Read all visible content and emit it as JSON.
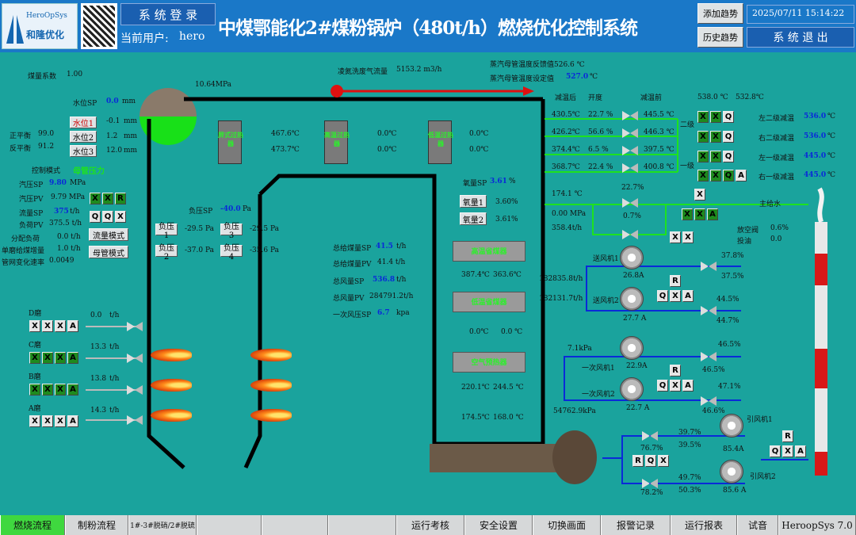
{
  "header": {
    "logo_text": "HeroOpSys",
    "logo_sub": "和隆优化",
    "login": "系 统 登 录",
    "current_user_label": "当前用户:",
    "current_user": "hero",
    "title": "中煤鄂能化2#煤粉锅炉（480t/h）燃烧优化控制系统",
    "add_trend": "添加趋势",
    "history_trend": "历史趋势",
    "datetime": "2025/07/11 15:14:22",
    "exit": "系 统 退 出"
  },
  "left": {
    "coal_coef_label": "煤量系数",
    "coal_coef": "1.00",
    "level_sp_label": "水位SP",
    "level_sp": "0.0",
    "level_sp_unit": "mm",
    "level1": "水位1",
    "level2": "水位2",
    "level3": "水位3",
    "level1_val": "-0.1",
    "level2_val": "1.2",
    "level3_val": "12.0",
    "mm": "mm",
    "pos_balance_label": "正平衡",
    "pos_balance": "99.0",
    "neg_balance_label": "反平衡",
    "neg_balance": "91.2",
    "ctrl_mode_label": "控制模式",
    "ctrl_mode": "母管压力",
    "steam_sp_label": "汽压SP",
    "steam_sp": "9.80",
    "steam_sp_unit": "MPa",
    "steam_pv_label": "汽压PV",
    "steam_pv": "9.79 MPa",
    "flow_sp_label": "流量SP",
    "flow_sp": "375",
    "flow_sp_unit": "t/h",
    "load_pv_label": "负荷PV",
    "load_pv": "375.5 t/h",
    "dist_load_label": "分配负荷",
    "dist_load": "0.0 t/h",
    "mill_inc_label": "单磨给煤增量",
    "mill_inc": "1.0 t/h",
    "pipe_rate_label": "管网变化速率",
    "pipe_rate": "0.0049",
    "flow_mode": "流量模式",
    "header_mode": "母管模式",
    "drum_pressure": "10.64MPa"
  },
  "mills": [
    {
      "label": "D磨",
      "val": "0.0",
      "unit": "t/h"
    },
    {
      "label": "C磨",
      "val": "13.3",
      "unit": "t/h"
    },
    {
      "label": "B磨",
      "val": "13.8",
      "unit": "t/h"
    },
    {
      "label": "A磨",
      "val": "14.3",
      "unit": "t/h"
    }
  ],
  "furnace": {
    "neg_sp_label": "负压SP",
    "neg_sp": "-40.0",
    "neg_sp_unit": "Pa",
    "neg1": "负压1",
    "neg1_val": "-29.5 Pa",
    "neg2": "负压2",
    "neg2_val": "-37.0 Pa",
    "neg3": "负压3",
    "neg3_val": "-29.5 Pa",
    "neg4": "负压4",
    "neg4_val": "-35.6 Pa",
    "screen_sh": "屏式过热器",
    "high_sh": "高温过热器",
    "low_sh": "低温过热器",
    "t_screen_in": "467.6℃",
    "t_screen_out": "473.7℃",
    "t_high1": "0.0℃",
    "t_high2": "0.0℃",
    "t_low1": "0.0℃",
    "t_low2": "0.0℃"
  },
  "mid": {
    "total_coal_sp_label": "总给煤量SP",
    "total_coal_sp": "41.5",
    "total_coal_sp_unit": "t/h",
    "total_coal_pv_label": "总给煤量PV",
    "total_coal_pv": "41.4 t/h",
    "total_air_sp_label": "总风量SP",
    "total_air_sp": "536.8",
    "total_air_sp_unit": "t/h",
    "total_air_pv_label": "总风量PV",
    "total_air_pv": "284791.2t/h",
    "primary_air_p_label": "一次风压SP",
    "primary_air_p": "6.7",
    "primary_air_p_unit": "kpa",
    "denitrate_label": "凌氮洗废气流量",
    "denitrate": "5153.2 m3/h",
    "main_steam_fb": "蒸汽母管温度反馈值526.6 ℃",
    "main_steam_sp_label": "蒸汽母管温度设定值",
    "main_steam_sp": "527.0",
    "deg": "℃"
  },
  "o2": {
    "sp_label": "氧量SP",
    "sp": "3.61",
    "unit": "%",
    "o2_1": "氧量1",
    "o2_1_val": "3.60%",
    "o2_2": "氧量2",
    "o2_2_val": "3.61%",
    "econ1": "高温省煤器",
    "econ2": "低温省煤器",
    "aph": "空气预热器",
    "t1": "387.4℃",
    "t2": "363.6℃",
    "t3": "0.0℃",
    "t4": "0.0 ℃",
    "t5": "220.1℃",
    "t6": "244.5 ℃",
    "t7": "174.5℃",
    "t8": "168.0 ℃"
  },
  "desuper": {
    "hdr_after": "减温后",
    "hdr_open": "开度",
    "hdr_before": "减温前",
    "rows": [
      {
        "after": "430.5℃",
        "open": "22.7 %",
        "before": "445.5 ℃"
      },
      {
        "after": "426.2℃",
        "open": "56.6 %",
        "before": "446.3 ℃"
      },
      {
        "after": "374.4℃",
        "open": "6.5 %",
        "before": "397.5 ℃"
      },
      {
        "after": "368.7℃",
        "open": "22.4 %",
        "before": "400.8 ℃"
      }
    ],
    "stage1": "一级",
    "stage2": "二级",
    "t_538": "538.0 ℃",
    "t_532": "532.8℃",
    "right": [
      {
        "label": "左二级减温",
        "val": "536.0",
        "u": "℃"
      },
      {
        "label": "右二级减温",
        "val": "536.0",
        "u": "℃"
      },
      {
        "label": "左一级减温",
        "val": "445.0",
        "u": "℃"
      },
      {
        "label": "右一级减温",
        "val": "445.0",
        "u": "℃"
      }
    ]
  },
  "water": {
    "feed_temp": "174.1 ℃",
    "valve_open": "22.7%",
    "valve_open2": "0.7%",
    "pressure": "0.00 MPa",
    "flow": "358.4t/h",
    "main_feed": "主给水",
    "vent_label": "放空阀",
    "vent": "0.6%",
    "oil_label": "投油",
    "oil": "0.0"
  },
  "fans": {
    "sf_total1": "182835.8t/h",
    "sf_total2": "182131.7t/h",
    "sf1": "送风机1",
    "sf2": "送风机2",
    "sf1_amp": "26.8A",
    "sf2_amp": "27.7 A",
    "sf_v1": "37.8%",
    "sf_v2": "37.5%",
    "sf_v3": "44.5%",
    "sf_v4": "44.7%",
    "pa_press": "7.1kPa",
    "pa1": "一次风机1",
    "pa2": "一次风机2",
    "pa1_amp": "22.9A",
    "pa2_amp": "22.7 A",
    "pa_v1": "46.5%",
    "pa_v2": "46.5%",
    "pa_v3": "47.1%",
    "pa_v4": "46.6%",
    "pa_flow": "54762.9kPa",
    "id1": "引风机1",
    "id2": "引风机2",
    "id_v1": "39.7%",
    "id_v2": "39.5%",
    "id_v3": "49.7%",
    "id_v4": "50.3%",
    "id_v5": "76.7%",
    "id_v6": "78.2%",
    "id1_amp": "85.4A",
    "id2_amp": "85.6 A"
  },
  "tabs": [
    "燃烧流程",
    "制粉流程",
    "1#-3#脱硝/2#脱硫",
    "",
    "",
    "",
    "运行考核",
    "安全设置",
    "切换画面",
    "报警记录",
    "运行报表",
    "试音",
    "HeroopSys 7.0"
  ]
}
